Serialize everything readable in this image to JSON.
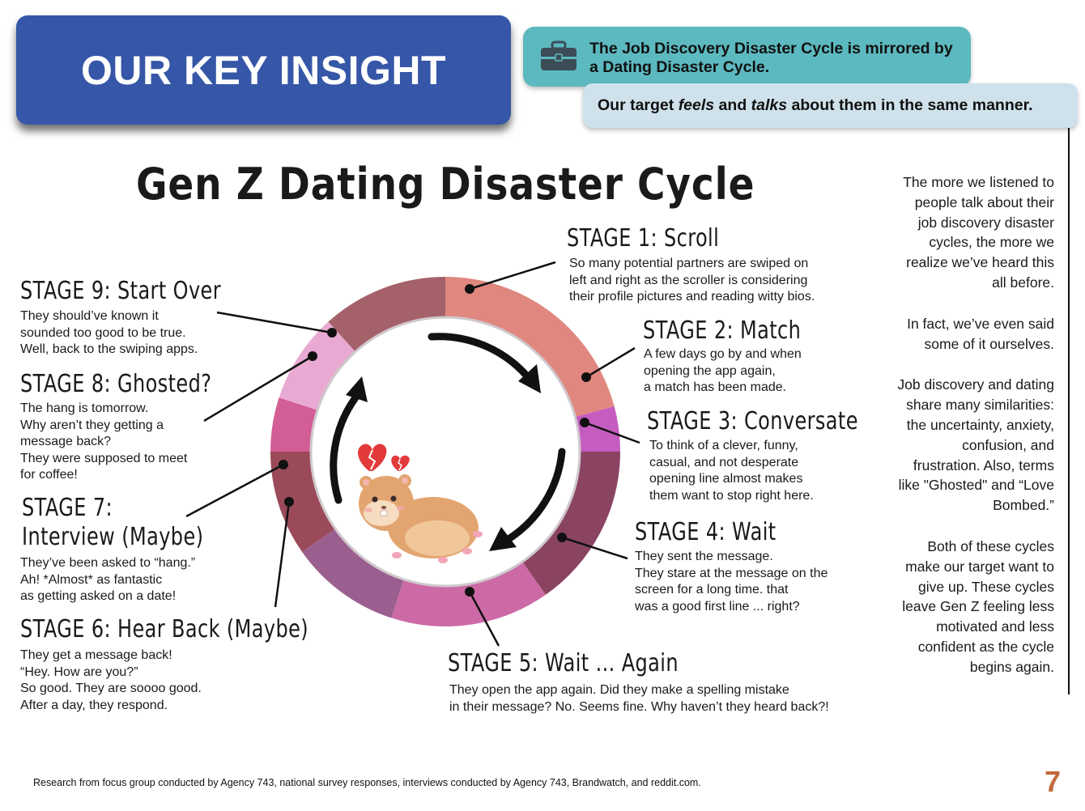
{
  "header": {
    "title": "OUR KEY INSIGHT"
  },
  "callouts": {
    "primary": "The Job Discovery Disaster Cycle is mirrored by a Dating Disaster Cycle.",
    "secondary_parts": [
      "Our target ",
      "feels",
      " and ",
      "talks",
      " about them in the same manner."
    ]
  },
  "cycle": {
    "title": "Gen Z Dating Disaster Cycle",
    "stages": [
      {
        "title": "STAGE 1: Scroll",
        "lines": [
          "So many potential partners are swiped on",
          "left and right as the scroller is considering",
          "their profile pictures and reading witty bios."
        ]
      },
      {
        "title": "STAGE 2: Match",
        "lines": [
          "A few days go by and when",
          "opening the app again,",
          "a match has been made."
        ]
      },
      {
        "title": "STAGE 3: Conversate",
        "lines": [
          "To think of a clever, funny,",
          "casual, and not desperate",
          "opening line almost makes",
          "them want to stop right here."
        ]
      },
      {
        "title": "STAGE 4: Wait",
        "lines": [
          "They sent the message.",
          "They stare at the message on the",
          "screen for a long time. that",
          "was a good first line ... right?"
        ]
      },
      {
        "title": "STAGE 5: Wait ... Again",
        "lines": [
          "They open the app again. Did they make a spelling mistake",
          "in their message? No. Seems fine. Why haven’t they heard back?!"
        ]
      },
      {
        "title": "STAGE 6: Hear Back (Maybe)",
        "lines": [
          "They get a message back!",
          "“Hey. How are you?”",
          "So good. They are soooo good.",
          "After a day, they respond."
        ]
      },
      {
        "title_lines": [
          "STAGE 7:",
          "Interview (Maybe)"
        ],
        "lines": [
          "They’ve been asked to “hang.”",
          "Ah! *Almost* as fantastic",
          "as getting asked on a date!"
        ]
      },
      {
        "title": "STAGE 8: Ghosted?",
        "lines": [
          "The hang is tomorrow.",
          "Why aren’t they getting a",
          "message back?",
          "They were supposed to meet",
          "for coffee!"
        ]
      },
      {
        "title": "STAGE 9: Start Over",
        "lines": [
          "They should’ve known it",
          "sounded too good to be true.",
          "Well, back to the swiping apps."
        ]
      }
    ]
  },
  "sidebar": {
    "paragraphs": [
      [
        "The more we listened to",
        "people talk about their",
        "job discovery disaster",
        "cycles, the more we",
        "realize we’ve heard this",
        "all before."
      ],
      [
        "In fact, we’ve even said",
        "some of it ourselves."
      ],
      [
        "Job discovery and dating",
        "share many similarities:",
        "the uncertainty, anxiety,",
        "confusion, and",
        "frustration. Also, terms",
        "like \"Ghosted\" and “Love",
        "Bombed.”"
      ],
      [
        "Both of these cycles",
        "make our target want to",
        "give up. These cycles",
        "leave Gen Z feeling less",
        "motivated and less",
        "confident as the cycle",
        "begins again."
      ]
    ]
  },
  "footer": {
    "note": "Research from focus group conducted by Agency 743, national survey responses, interviews conducted by Agency 743, Brandwatch, and reddit.com.",
    "page_number": "7"
  },
  "colors": {
    "banner": "#3656a7",
    "callout_teal": "#5cb9bf",
    "callout_light": "#cfe2ec",
    "page_number": "#c26a3a",
    "ring_segments": [
      "#e0877f",
      "#c55cc0",
      "#8a4462",
      "#cc6aa6",
      "#9a5f8e",
      "#9a4a58",
      "#d35d95",
      "#e8aad3",
      "#a5616a"
    ]
  },
  "icons": [
    "briefcase-icon",
    "hamster-icon",
    "broken-heart-icon"
  ]
}
